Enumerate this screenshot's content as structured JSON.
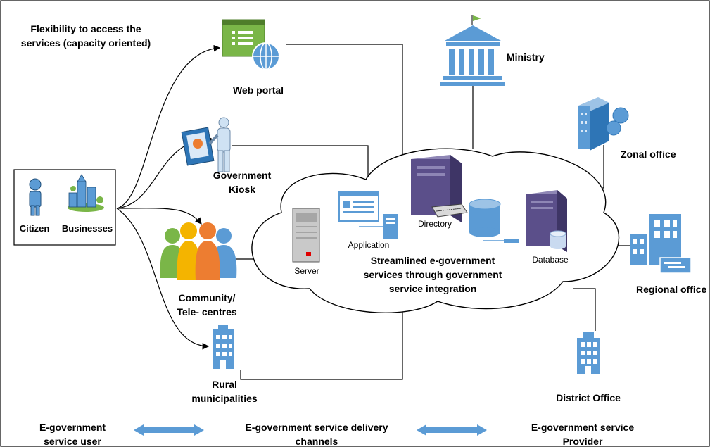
{
  "header": {
    "flex_line1": "Flexibility to access the",
    "flex_line2": "services (capacity oriented)"
  },
  "users": {
    "citizen": "Citizen",
    "businesses": "Businesses"
  },
  "channels": {
    "web_portal": "Web portal",
    "kiosk_line1": "Government",
    "kiosk_line2": "Kiosk",
    "community_line1": "Community/",
    "community_line2": "Tele- centres",
    "rural_line1": "Rural",
    "rural_line2": "municipalities"
  },
  "cloud": {
    "server": "Server",
    "application": "Application",
    "directory": "Directory",
    "database": "Database",
    "main_line1": "Streamlined e-government",
    "main_line2": "services through government",
    "main_line3": "service integration"
  },
  "providers": {
    "ministry": "Ministry",
    "zonal": "Zonal office",
    "regional": "Regional office",
    "district": "District Office"
  },
  "footer": {
    "user_line1": "E-government",
    "user_line2": "service user",
    "channels_line1": "E-government service delivery",
    "channels_line2": "channels",
    "provider_line1": "E-government service",
    "provider_line2": "Provider"
  },
  "colors": {
    "icon_blue": "#5b9bd5",
    "server_purple": "#5b4f8a",
    "arrow_blue": "#5b9bd5",
    "portal_green": "#7ab648"
  }
}
